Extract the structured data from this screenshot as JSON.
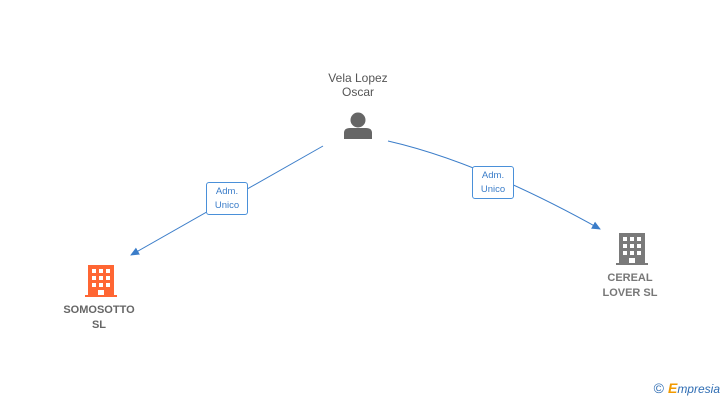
{
  "person": {
    "name_line1": "Vela Lopez",
    "name_line2": "Oscar",
    "icon": "person-icon",
    "color": "#666666"
  },
  "edges": [
    {
      "line1": "Adm.",
      "line2": "Unico",
      "target": "SOMOSOTTO SL"
    },
    {
      "line1": "Adm.",
      "line2": "Unico",
      "target": "CEREAL LOVER SL"
    }
  ],
  "companies": [
    {
      "line1": "SOMOSOTTO",
      "line2": "SL",
      "icon": "building-icon",
      "color": "#ff6633"
    },
    {
      "line1": "CEREAL",
      "line2": "LOVER  SL",
      "icon": "building-icon",
      "color": "#7a7a7a"
    }
  ],
  "edge_color": "#3b7dc9",
  "watermark": {
    "copyright_symbol": "©",
    "brand_first": "E",
    "brand_rest": "mpresia"
  }
}
